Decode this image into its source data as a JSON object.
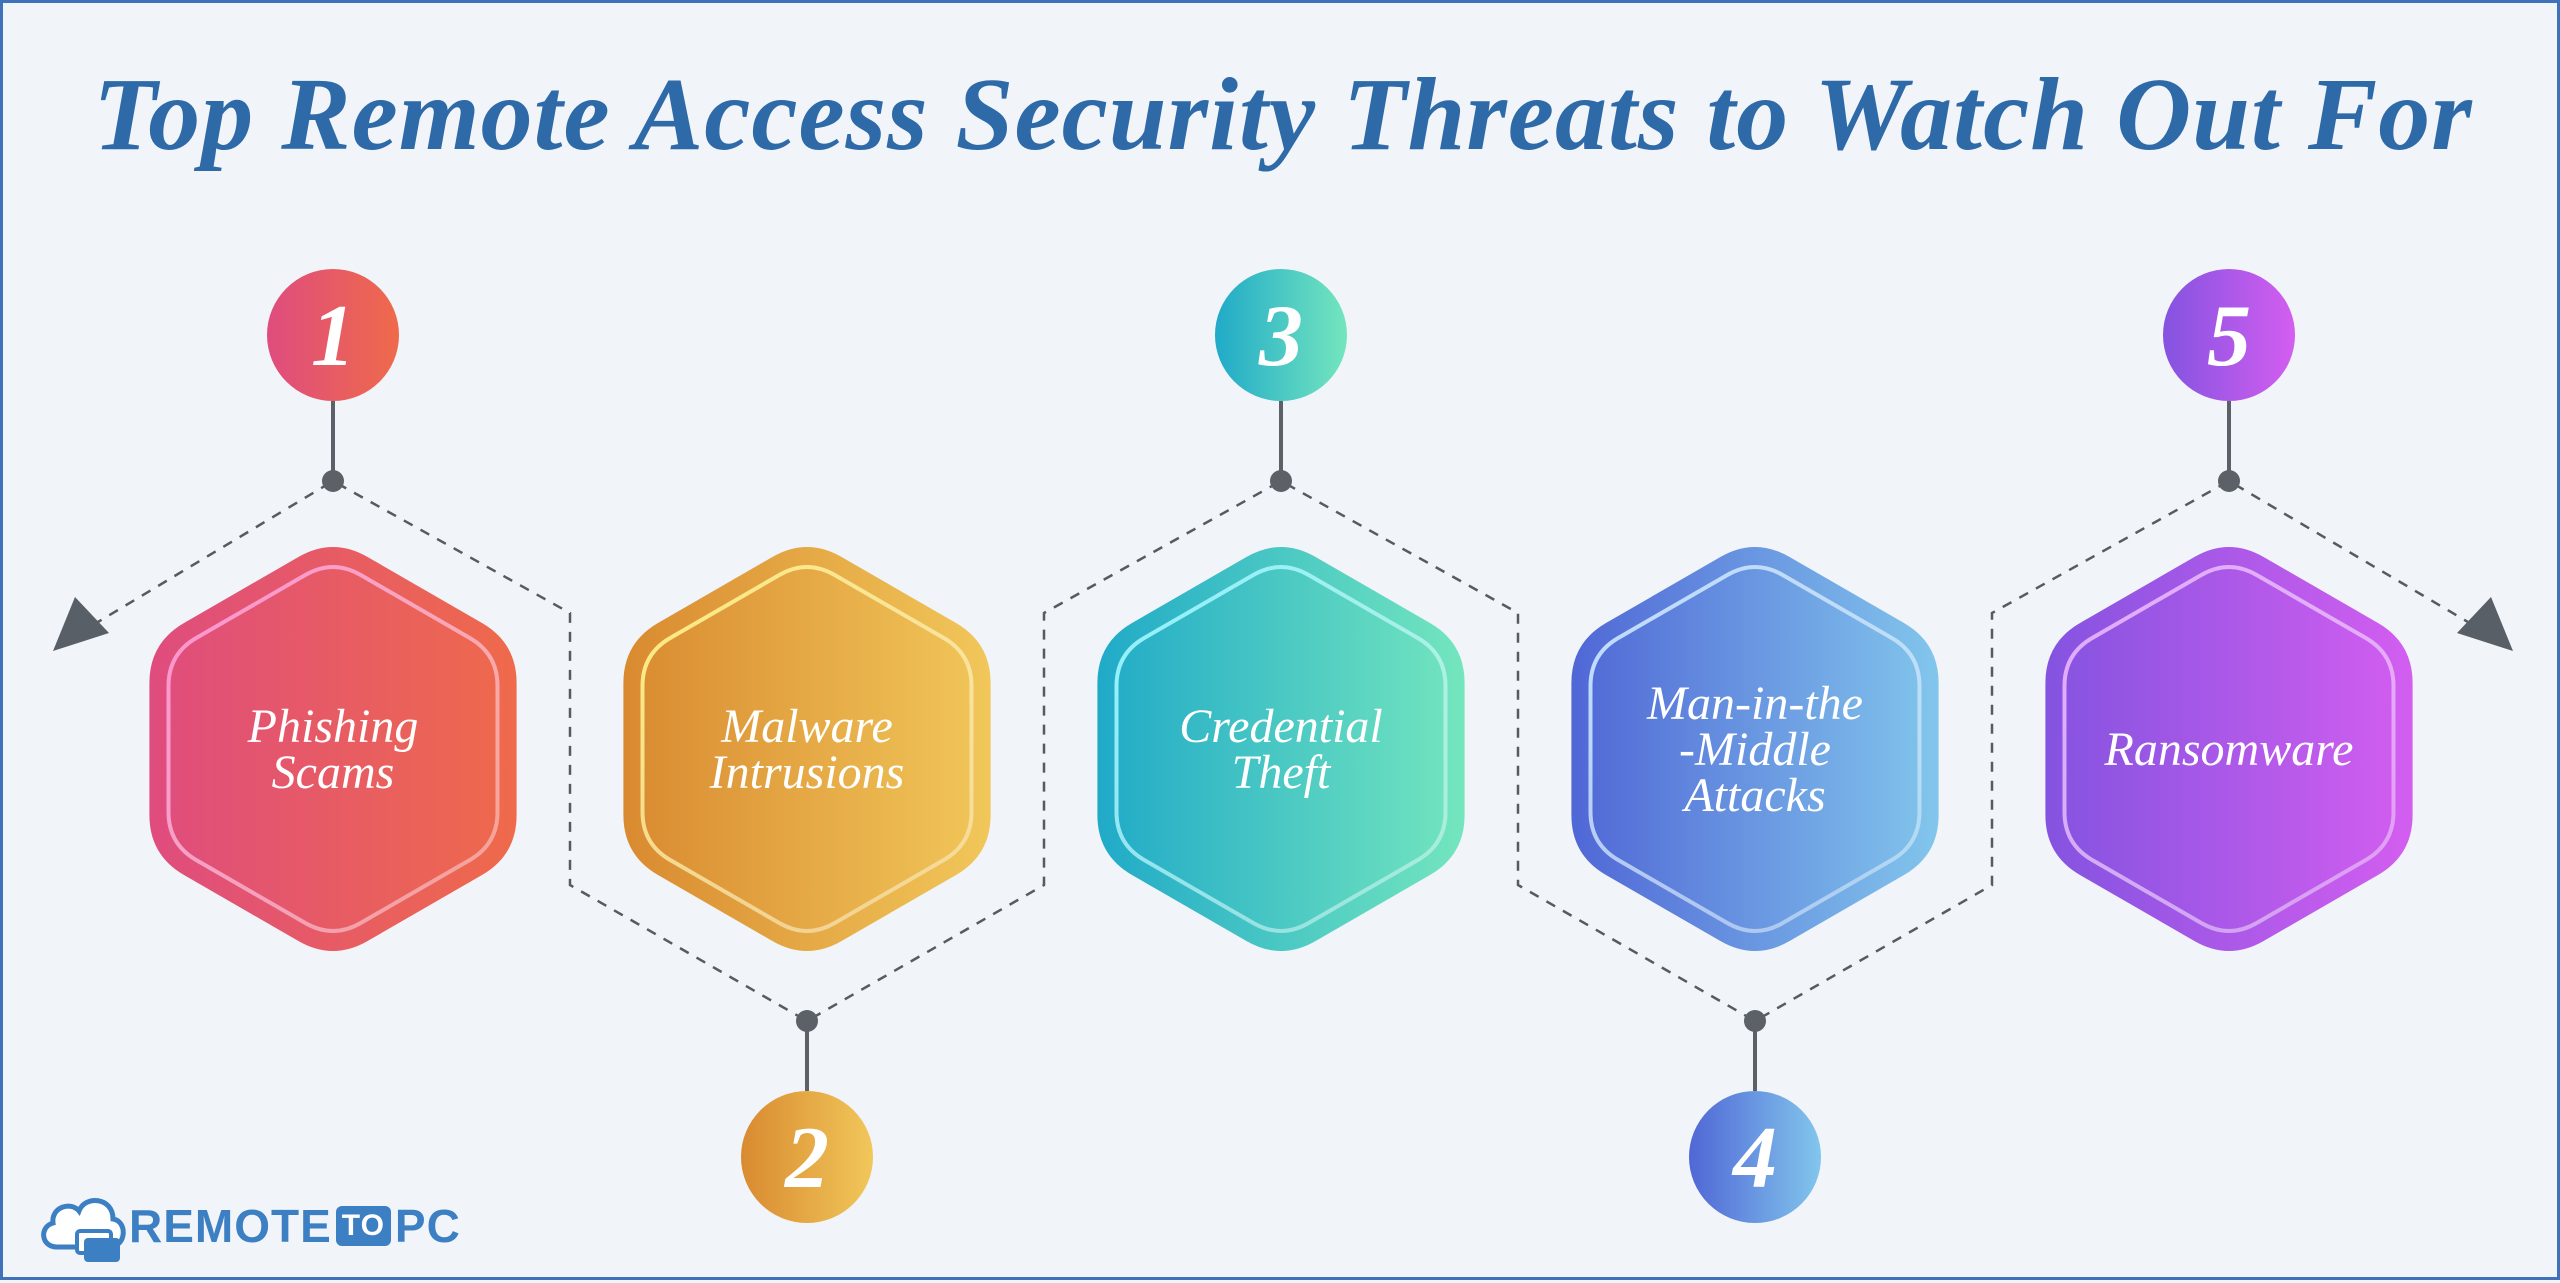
{
  "title": "Top Remote Access Security Threats to Watch Out For",
  "logo": {
    "part1": "REMOTE",
    "part2": "TO",
    "part3": "PC"
  },
  "steps": [
    {
      "number": "1",
      "lines": [
        "Phishing",
        "Scams"
      ],
      "position": "top",
      "colors": [
        "#df4c7e",
        "#ef6a4b"
      ],
      "inner_stroke": "#ff8fd0"
    },
    {
      "number": "2",
      "lines": [
        "Malware",
        "Intrusions"
      ],
      "position": "bottom",
      "colors": [
        "#d98a30",
        "#f1c75a"
      ],
      "inner_stroke": "#fff07a"
    },
    {
      "number": "3",
      "lines": [
        "Credential",
        "Theft"
      ],
      "position": "top",
      "colors": [
        "#20aac8",
        "#74e6be"
      ],
      "inner_stroke": "#8ff6ff"
    },
    {
      "number": "4",
      "lines": [
        "Man-in-the",
        "-Middle",
        "Attacks"
      ],
      "position": "bottom",
      "colors": [
        "#5067d6",
        "#82c6ec"
      ],
      "inner_stroke": "#c2e2ff"
    },
    {
      "number": "5",
      "lines": [
        "Ransomware"
      ],
      "position": "top",
      "colors": [
        "#8453e0",
        "#d35ef0"
      ],
      "inner_stroke": "#e7a9ff"
    }
  ]
}
